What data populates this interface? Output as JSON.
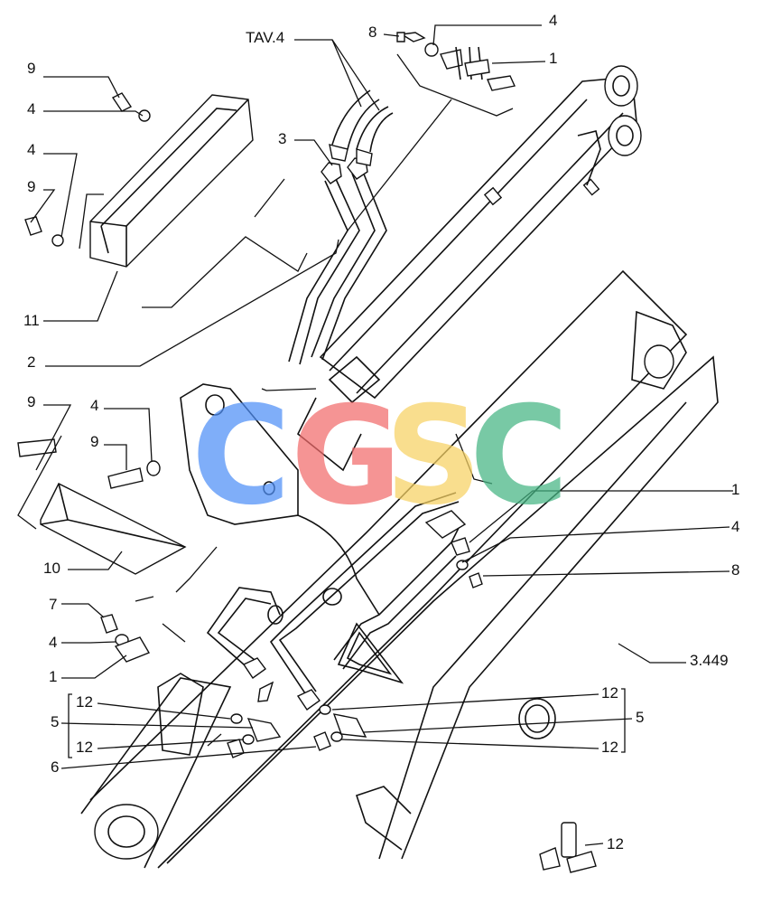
{
  "watermark": {
    "letters": [
      {
        "char": "C",
        "color": "#4f8ff7"
      },
      {
        "char": "G",
        "color": "#f26b6b"
      },
      {
        "char": "S",
        "color": "#f7d264"
      },
      {
        "char": "C",
        "color": "#45b583"
      }
    ]
  },
  "callouts": {
    "tav4": "TAV.4",
    "c8_top": "8",
    "c4_top": "4",
    "c1_top": "1",
    "c9_a": "9",
    "c4_a": "4",
    "c4_b": "4",
    "c9_b": "9",
    "c3": "3",
    "c11": "11",
    "c2": "2",
    "c9_c": "9",
    "c4_c": "4",
    "c9_d": "9",
    "c10": "10",
    "c1_right": "1",
    "c4_right": "4",
    "c8_right": "8",
    "c7": "7",
    "c4_left": "4",
    "c1_left": "1",
    "ref_3449": "3.449",
    "c12_ul": "12",
    "c5_left": "5",
    "c12_ll": "12",
    "c6": "6",
    "c12_ur": "12",
    "c5_right": "5",
    "c12_lr": "12",
    "c12_bottom": "12"
  }
}
